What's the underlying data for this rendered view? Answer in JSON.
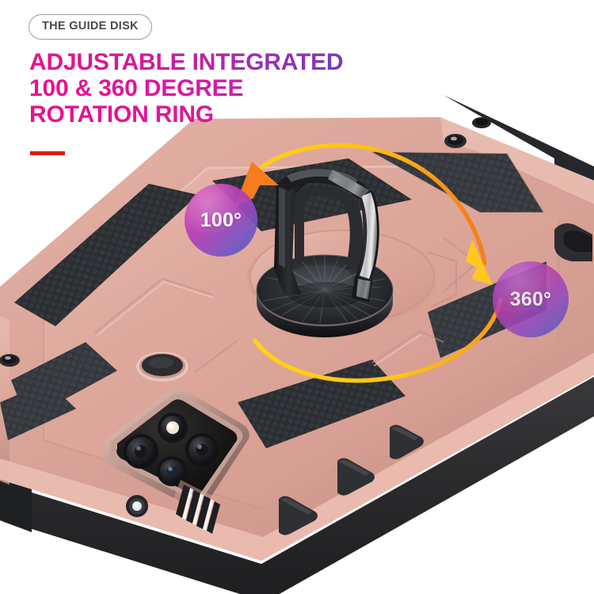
{
  "header": {
    "badge_label": "THE GUIDE DISK",
    "headline_line1": "ADJUSTABLE INTEGRATED",
    "headline_line2": "100 & 360 DEGREE",
    "headline_line3": "ROTATION RING",
    "accent_rule_color": "#d81e06",
    "badge_border_color": "#9a9a9a",
    "badge_text_color": "#4a4a4a",
    "headline_gradient_start": "#ec0f8c",
    "headline_gradient_end": "#1f60bd"
  },
  "callouts": {
    "tilt_angle_label": "100°",
    "rotation_angle_label": "360°",
    "bubble_gradient_start": "#c83fb3",
    "bubble_gradient_end": "#4461b8",
    "bubble_text_color": "#ffffff"
  },
  "arrows": {
    "tilt_arc_label": "tilt-arc-arrow",
    "rotation_arc_label": "rotation-arc-arrow",
    "tilt_arrow_color": "#f57c1f",
    "rotation_arrow_color": "#ffc81e",
    "arc_gradient_start": "#ffd21a",
    "arc_gradient_end": "#f5801a"
  },
  "product": {
    "name": "armor-phone-case-with-ring-holder",
    "body_color": "#dda79b",
    "body_highlight_color": "#edc3b8",
    "body_shadow_color": "#c08c82",
    "bumper_color": "#2b2b2d",
    "texture_color": "#3a3d42",
    "ring_color": "#24262a",
    "ring_chrome_color": "#e8e8ea",
    "base_color": "#1d1f23",
    "parts": [
      "rotation-ring",
      "ring-base-disc",
      "kickstand-recess",
      "camera-module",
      "camera-lens-top",
      "camera-lens-left",
      "camera-lens-right",
      "camera-lens-bottom",
      "camera-flash",
      "fingerprint-sensor",
      "speaker-grille",
      "volume-up-button",
      "volume-down-button",
      "power-button",
      "honeycomb-texture-strip"
    ]
  }
}
